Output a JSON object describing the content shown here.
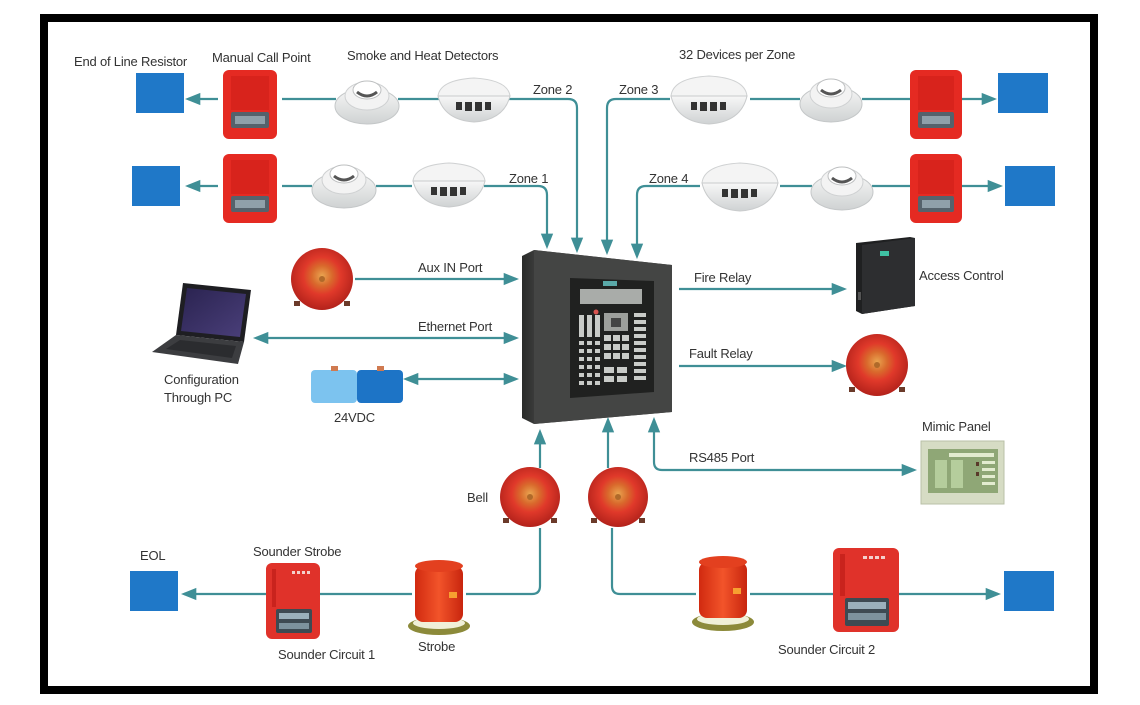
{
  "title": "Fire Alarm System Wiring Diagram",
  "colors": {
    "wire": "#3f8f96",
    "eol_box": "#1f78c8",
    "red_device": "#e02a20",
    "panel_body": "#3c3d3c",
    "frame": "#000000",
    "text": "#333333"
  },
  "labels": {
    "end_of_line_resistor": "End of Line Resistor",
    "manual_call_point": "Manual Call Point",
    "smoke_heat_detectors": "Smoke and Heat Detectors",
    "devices_per_zone": "32 Devices per Zone",
    "zone1": "Zone 1",
    "zone2": "Zone 2",
    "zone3": "Zone 3",
    "zone4": "Zone 4",
    "aux_in_port": "Aux IN Port",
    "ethernet_port": "Ethernet Port",
    "config_line1": "Configuration",
    "config_line2": "Through PC",
    "dc24": "24VDC",
    "fire_relay": "Fire Relay",
    "access_control": "Access Control",
    "fault_relay": "Fault Relay",
    "mimic_panel": "Mimic Panel",
    "rs485_port": "RS485 Port",
    "bell": "Bell",
    "eol": "EOL",
    "sounder_strobe": "Sounder Strobe",
    "sounder_circuit_1": "Sounder Circuit 1",
    "strobe": "Strobe",
    "sounder_circuit_2": "Sounder Circuit 2"
  },
  "icons": {
    "eol_resistor": "blue-square",
    "manual_call_point": "red-call-point",
    "smoke_detector": "white-smoke-detector",
    "heat_detector": "white-heat-detector",
    "bell": "red-bell",
    "strobe": "red-beacon",
    "sounder_strobe": "red-sounder-strobe",
    "laptop": "laptop",
    "battery": "blue-battery",
    "fire_panel": "fire-alarm-control-panel",
    "access_control": "black-tower-unit",
    "mimic_panel": "green-mimic-panel"
  }
}
